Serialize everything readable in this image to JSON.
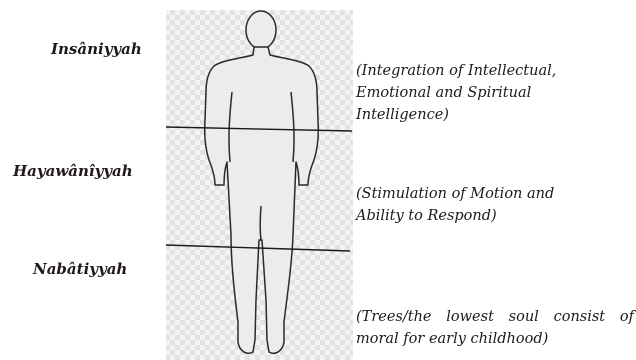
{
  "levels": [
    {
      "label": "Insâniyyah"
    },
    {
      "label": "Hayawânîyyah"
    },
    {
      "label": "Nabâtiyyah"
    }
  ],
  "descriptions": [
    {
      "lines": [
        "(Integration of Intellectual,",
        "Emotional and Spiritual",
        "Intelligence)"
      ]
    },
    {
      "lines": [
        "(Stimulation of Motion and",
        "Ability to Respond)"
      ]
    },
    {
      "lines": [
        "(Trees/the lowest soul consist of",
        "moral for early childhood)"
      ]
    }
  ],
  "colors": {
    "checker_light": "#f4f4f4",
    "checker_dark": "#e2e2e2",
    "body_fill": "#ececec",
    "outline": "#2a2a2a",
    "divider": "#1a1a1a"
  },
  "icons": {
    "figure": "human-silhouette-icon"
  }
}
